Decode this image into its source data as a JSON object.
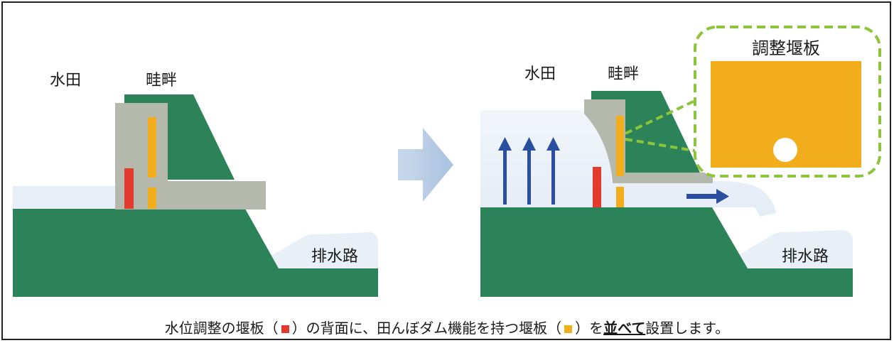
{
  "labels": {
    "left_paddy": "水田",
    "left_levee": "畦畔",
    "left_drain": "排水路",
    "right_paddy": "水田",
    "right_levee": "畦畔",
    "right_drain": "排水路",
    "callout_title": "調整堰板"
  },
  "caption": {
    "part1": "水位調整の堰板（",
    "part2": "）の背面に、田んぼダム機能を持つ堰板（",
    "part3": "）を",
    "emphasis": "並べて",
    "part4": "設置します。"
  },
  "colors": {
    "green": "#2d8359",
    "water": "#e8eff7",
    "concrete": "#b5b8ad",
    "red_board": "#e23a2c",
    "orange_board": "#f2ad1c",
    "arrow_blue": "#2b4fa0",
    "callout_border": "#8cc43c"
  },
  "icons": [
    "right-arrow-icon",
    "up-arrow-icon"
  ]
}
